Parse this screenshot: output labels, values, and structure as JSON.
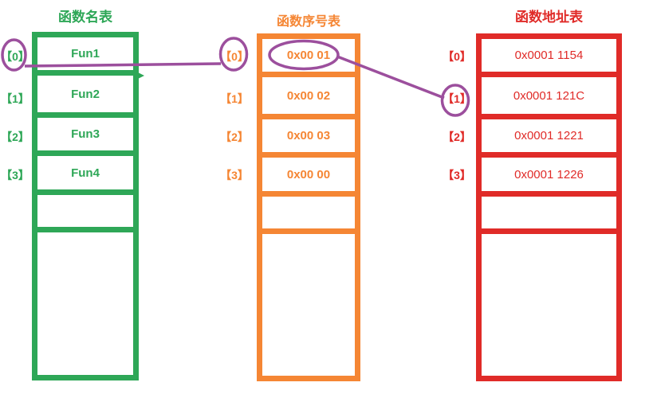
{
  "tables": [
    {
      "id": "function-name-table",
      "title": "函数名表",
      "color": "#2EA757",
      "indices": [
        "【0】",
        "【1】",
        "【2】",
        "【3】"
      ],
      "rows": [
        "Fun1",
        "Fun2",
        "Fun3",
        "Fun4"
      ],
      "empty_rows": 2
    },
    {
      "id": "function-ordinal-table",
      "title": "函数序号表",
      "color": "#F58634",
      "indices": [
        "【0】",
        "【1】",
        "【2】",
        "【3】"
      ],
      "rows": [
        "0x00 01",
        "0x00 02",
        "0x00 03",
        "0x00 00"
      ],
      "empty_rows": 2
    },
    {
      "id": "function-address-table",
      "title": "函数地址表",
      "color": "#E02B28",
      "indices": [
        "【0】",
        "【1】",
        "【2】",
        "【3】"
      ],
      "rows": [
        "0x0001 1154",
        "0x0001 121C",
        "0x0001 1221",
        "0x0001 1226"
      ],
      "empty_rows": 2
    }
  ],
  "annotations": {
    "color": "#9C4F9D",
    "circled_items": [
      "函数名表 index 【0】",
      "函数序号表 index 【0】",
      "函数序号表 value 0x00 01",
      "函数地址表 index 【1】"
    ],
    "connectors": [
      "函数名表【0】 → 函数序号表【0】",
      "函数序号表 0x00 01 → 函数地址表【1】"
    ]
  }
}
